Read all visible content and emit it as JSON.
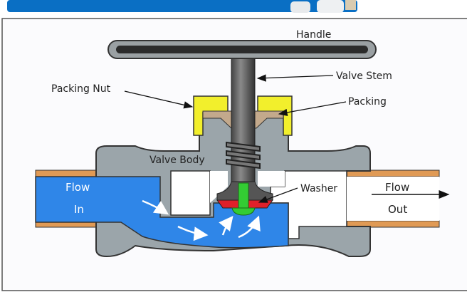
{
  "labels": {
    "handle": "Handle",
    "valve_stem": "Valve Stem",
    "packing_nut": "Packing Nut",
    "packing": "Packing",
    "valve_body": "Valve Body",
    "washer": "Washer",
    "flow_in_1": "Flow",
    "flow_in_2": "In",
    "flow_out_1": "Flow",
    "flow_out_2": "Out"
  },
  "colors": {
    "banner": "#0a6fc4",
    "body": "#9ba5aa",
    "water": "#2f86e8",
    "flange": "#e09a55",
    "packing_nut": "#f2ef2c",
    "packing": "#c3a98c",
    "washer": "#e0202a",
    "screw": "#33cc33"
  }
}
